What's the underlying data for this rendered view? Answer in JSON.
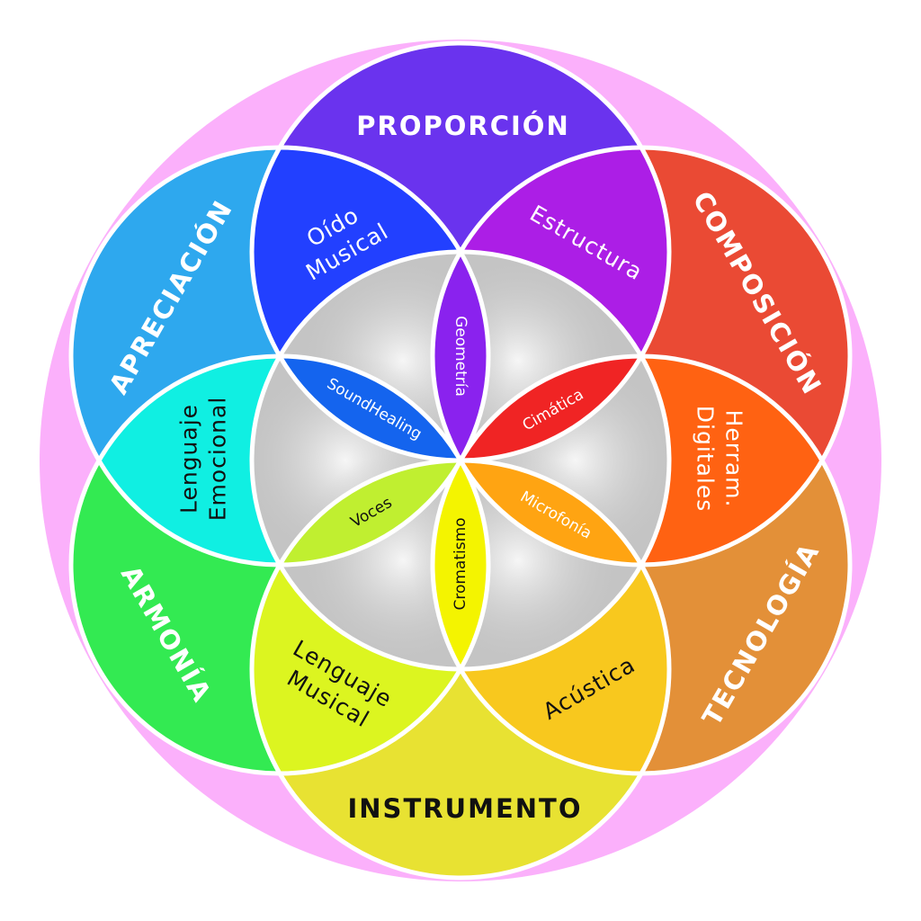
{
  "diagram": {
    "outer_labels": {
      "top": "PROPORCIÓN",
      "upper_right": "COMPOSICIÓN",
      "lower_right": "TECNOLOGÍA",
      "bottom": "INSTRUMENTO",
      "lower_left": "ARMONÍA",
      "upper_left": "APRECIACIÓN"
    },
    "middle_labels": {
      "top_left": [
        "Oído",
        "Musical"
      ],
      "top_right": "Estructura",
      "right": [
        "Herram.",
        "Digitales"
      ],
      "bottom_right": "Acústica",
      "bottom_left": [
        "Lenguaje",
        "Musical"
      ],
      "left": [
        "Lenguaje",
        "Emocional"
      ]
    },
    "inner_labels": {
      "top": "Geometría",
      "upper_left": "SoundHealing",
      "upper_right": "Cimática",
      "lower_right": "Microfonía",
      "bottom": "Cromatismo",
      "lower_left": "Voces"
    },
    "colors": {
      "background_ring": "#fbb0fb",
      "top": "#6a33ee",
      "upper_right": "#ea4a34",
      "lower_right": "#e39038",
      "bottom": "#e8e232",
      "lower_left": "#33ea52",
      "upper_left": "#2ea8ee",
      "lens_top_left": "#2240ff",
      "lens_top_right": "#ac1ee6",
      "lens_right": "#ff6212",
      "lens_bottom_right": "#f8c81e",
      "lens_bottom_left": "#dcf520",
      "lens_left": "#10efe2",
      "petal_top": "#8a22ee",
      "petal_upper_left": "#1464ee",
      "petal_upper_right": "#f02424",
      "petal_lower_right": "#ffa412",
      "petal_bottom": "#f4f400",
      "petal_lower_left": "#c0ef30"
    }
  }
}
